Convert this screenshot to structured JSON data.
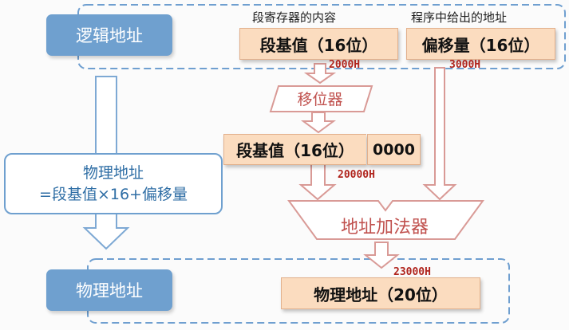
{
  "logical_address_label": "逻辑地址",
  "physical_address_label": "物理地址",
  "formula": {
    "line1": "物理地址",
    "line2": "=段基值×16+偏移量"
  },
  "segment_caption": "段寄存器的内容",
  "offset_caption": "程序中给出的地址",
  "segment_box": "段基值（16位）",
  "offset_box": "偏移量（16位）",
  "segment_hex": "2000H",
  "offset_hex": "3000H",
  "shifter_label": "移位器",
  "shifted_box": "段基值（16位）",
  "shifted_zeros": "0000",
  "shifted_hex": "20000H",
  "adder_label": "地址加法器",
  "sum_hex": "23000H",
  "result_box": "物理地址（20位）",
  "colors": {
    "blue": "#6fa0cf",
    "dash": "#6f9fd0",
    "peach": "#fbdcbf",
    "red_outline": "#d99a96",
    "hex_red": "#b0241d"
  }
}
